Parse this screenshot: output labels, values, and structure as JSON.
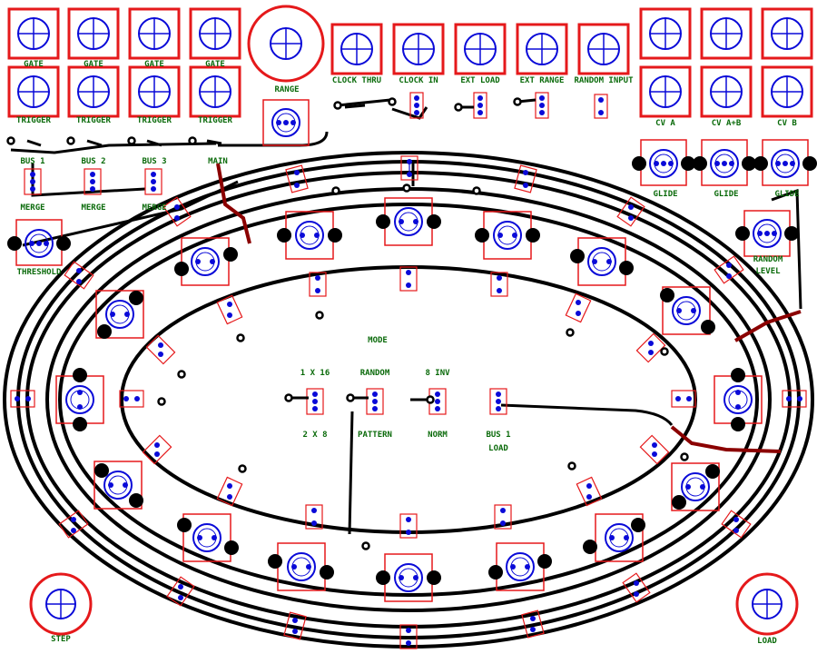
{
  "colors": {
    "jack_frame": "#e5191b",
    "knob_circle": "#0a0ad8",
    "trace": "#000000",
    "trace_alt": "#8b0000",
    "label": "#0a6a0a",
    "pad": "#000000",
    "component_box": "#e5191b"
  },
  "labels": {
    "gate1": "GATE",
    "gate2": "GATE",
    "gate3": "GATE",
    "gate4": "GATE",
    "trig1": "TRIGGER",
    "trig2": "TRIGGER",
    "trig3": "TRIGGER",
    "trig4": "TRIGGER",
    "range": "RANGE",
    "clock_thru": "CLOCK THRU",
    "clock_in": "CLOCK IN",
    "ext_load": "EXT LOAD",
    "ext_range": "EXT RANGE",
    "random_input": "RANDOM INPUT",
    "cv_a": "CV A",
    "cv_ab": "CV A+B",
    "cv_b": "CV B",
    "glide1": "GLIDE",
    "glide2": "GLIDE",
    "glide3": "GLIDE",
    "bus1": "BUS 1",
    "bus2": "BUS 2",
    "bus3": "BUS 3",
    "main": "MAIN",
    "merge1": "MERGE",
    "merge2": "MERGE",
    "merge3": "MERGE",
    "threshold": "THRESHOLD",
    "random_level_1": "RANDOM",
    "random_level_2": "LEVEL",
    "mode": "MODE",
    "m_1x16": "1 X 16",
    "m_random": "RANDOM",
    "m_8inv": "8 INV",
    "m_2x8": "2 X 8",
    "m_pattern": "PATTERN",
    "m_norm": "NORM",
    "m_bus1": "BUS 1",
    "m_load": "LOAD",
    "step": "STEP",
    "load": "LOAD"
  }
}
